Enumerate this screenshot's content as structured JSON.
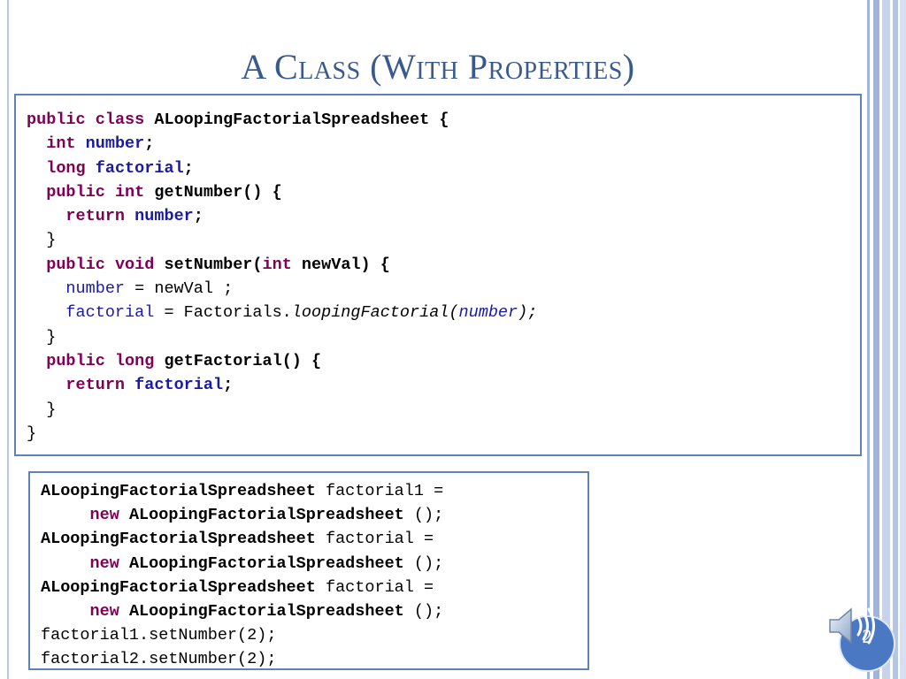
{
  "slide": {
    "title": "A Class (With Properties)",
    "page_number": "2"
  },
  "code_main": {
    "l1": {
      "t1": "public",
      "t2": " ",
      "t3": "class",
      "t4": " ",
      "t5": "ALoopingFactorialSpreadsheet",
      "t6": " {"
    },
    "l2": {
      "t1": "  ",
      "t2": "int",
      "t3": " ",
      "t4": "number",
      "t5": ";"
    },
    "l3": {
      "t1": "  ",
      "t2": "long",
      "t3": " ",
      "t4": "factorial",
      "t5": ";"
    },
    "l4": {
      "t1": "  ",
      "t2": "public",
      "t3": " ",
      "t4": "int",
      "t5": " ",
      "t6": "getNumber() {"
    },
    "l5": {
      "t1": "    ",
      "t2": "return",
      "t3": " ",
      "t4": "number",
      "t5": ";"
    },
    "l6": {
      "t1": "  }"
    },
    "l7": {
      "t1": "  ",
      "t2": "public",
      "t3": " ",
      "t4": "void",
      "t5": " ",
      "t6": "setNumber(",
      "t7": "int",
      "t8": " newVal) {"
    },
    "l8": {
      "t1": "    ",
      "t2": "number",
      "t3": " = newVal ;"
    },
    "l9": {
      "t1": "    ",
      "t2": "factorial",
      "t3": " = Factorials.",
      "t4": "loopingFactorial(",
      "t5": "number",
      "t6": ");"
    },
    "l10": {
      "t1": "  }"
    },
    "l11": {
      "t1": "  ",
      "t2": "public",
      "t3": " ",
      "t4": "long",
      "t5": " ",
      "t6": "getFactorial() {"
    },
    "l12": {
      "t1": "    ",
      "t2": "return",
      "t3": " ",
      "t4": "factorial",
      "t5": ";"
    },
    "l13": {
      "t1": "  }"
    },
    "l14": {
      "t1": "}"
    }
  },
  "code_usage": {
    "l1": {
      "t1": "ALoopingFactorialSpreadsheet",
      "t2": " factorial1 ="
    },
    "l2": {
      "t1": "     ",
      "t2": "new",
      "t3": " ",
      "t4": "ALoopingFactorialSpreadsheet",
      "t5": " ();"
    },
    "l3": {
      "t1": "ALoopingFactorialSpreadsheet",
      "t2": " factorial ="
    },
    "l4": {
      "t1": "     ",
      "t2": "new",
      "t3": " ",
      "t4": "ALoopingFactorialSpreadsheet",
      "t5": " ();"
    },
    "l5": {
      "t1": "ALoopingFactorialSpreadsheet",
      "t2": " factorial ="
    },
    "l6": {
      "t1": "     ",
      "t2": "new",
      "t3": " ",
      "t4": "ALoopingFactorialSpreadsheet",
      "t5": " ();"
    },
    "l7": {
      "t1": "factorial1.setNumber(2);"
    },
    "l8": {
      "t1": "factorial2.setNumber(2);"
    }
  },
  "icons": {
    "audio": "speaker-icon"
  },
  "colors": {
    "title": "#3a5a8e",
    "keyword": "#7f0055",
    "field": "#1a1aa8",
    "box_border": "#5e83b8",
    "badge": "#4a78c2"
  }
}
